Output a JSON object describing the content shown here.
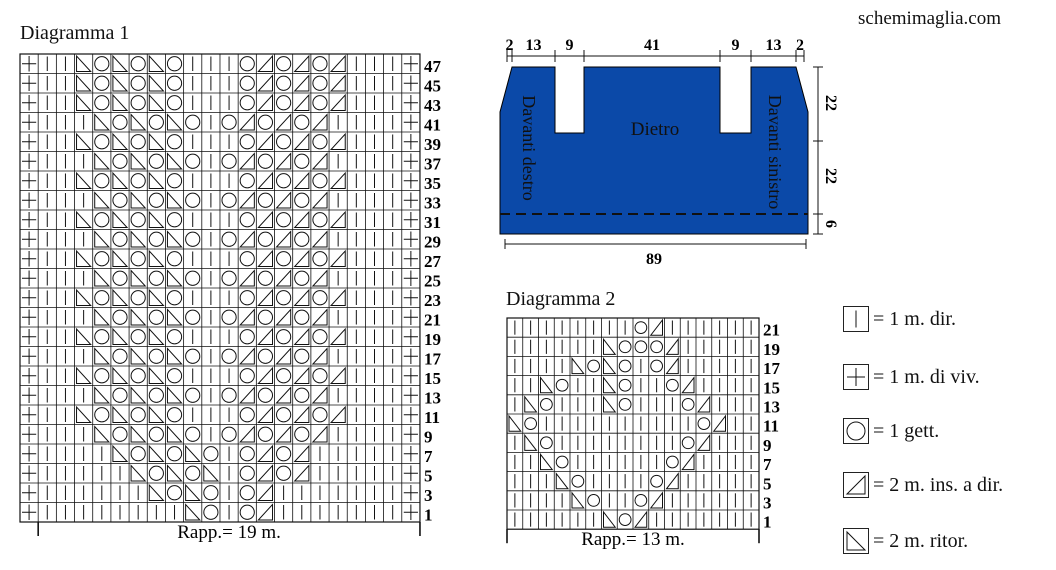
{
  "site": "schemimaglia.com",
  "diagram1": {
    "title": "Diagramma 1",
    "repeat": "Rapp.= 19 m.",
    "row_numbers": [
      "47",
      "45",
      "43",
      "41",
      "39",
      "37",
      "35",
      "33",
      "31",
      "29",
      "27",
      "25",
      "23",
      "21",
      "19",
      "17",
      "15",
      "13",
      "11",
      "9",
      "7",
      "5",
      "3",
      "1"
    ],
    "rows": [
      "+||VOVOVO|||OAOAOA|||+",
      "+||VOVOVO|||OAOAOA|||+",
      "+||VOVOVO|||OAOAOA|||+",
      "+|||VOVOVO|OAOAOA||||+",
      "+||VOVOVO|||OAOAOA|||+",
      "+|||VOVOVO|OAOAOA||||+",
      "+||VOVOVO|||OAOAOA|||+",
      "+|||VOVOVO|OAOAOA||||+",
      "+||VOVOVO|||OAOAOA|||+",
      "+|||VOVOVO|OAOAOA||||+",
      "+||VOVOVO|||OAOAOA|||+",
      "+|||VOVOVO|OAOAOA||||+",
      "+||VOVOVO|||OAOAOA|||+",
      "+|||VOVOVO|OAOAOA||||+",
      "+||VOVOVO|||OAOAOA|||+",
      "+|||VOVOVO|OAOAOA||||+",
      "+||VOVOVO|||OAOAOA|||+",
      "+|||VOVOVO|OAOAOA||||+",
      "+||VOVOVO|||OAOAOA|||+",
      "+|||VOVOVO|OAOAOA||||+",
      "+||||VOVOVO|OAOA|||||+",
      "+|||||VOVOV|OAOA|||||+",
      "+||||||VOVO|OA|||||||+",
      "+||||||||VO|OA|||||||+"
    ]
  },
  "diagram2": {
    "title": "Diagramma 2",
    "repeat": "Rapp.= 13 m.",
    "row_numbers": [
      "21",
      "19",
      "17",
      "15",
      "13",
      "11",
      "9",
      "7",
      "5",
      "3",
      "1"
    ],
    "rows": [
      "||||||||OA||||||",
      "||||||VOOOA|||||",
      "||||VOVO|OA|||||",
      "||VO||VO||OA||||",
      "|VO|||VO|||OA|||",
      "VO||||||||||OA||",
      "|VO||||||||OA|||",
      "||VO||||||OA||||",
      "|||VO||||OA|||||",
      "||||VO||OA||||||",
      "||||||VOA|||||||"
    ]
  },
  "schematic": {
    "top_dims": [
      "2",
      "13",
      "9",
      "41",
      "9",
      "13",
      "2"
    ],
    "bottom_dim": "89",
    "side_dims": [
      "22",
      "22",
      "6"
    ],
    "label_back": "Dietro",
    "label_right_front": "Davanti destro",
    "label_left_front": "Davanti sinistro",
    "fill_color": "#0b49a8"
  },
  "legend": [
    {
      "symbol": "|",
      "text": "= 1 m. dir."
    },
    {
      "symbol": "+",
      "text": "= 1 m. di viv."
    },
    {
      "symbol": "O",
      "text": "= 1 gett."
    },
    {
      "symbol": "A",
      "text": "= 2 m. ins. a dir."
    },
    {
      "symbol": "V",
      "text": "= 2 m. ritor."
    }
  ]
}
